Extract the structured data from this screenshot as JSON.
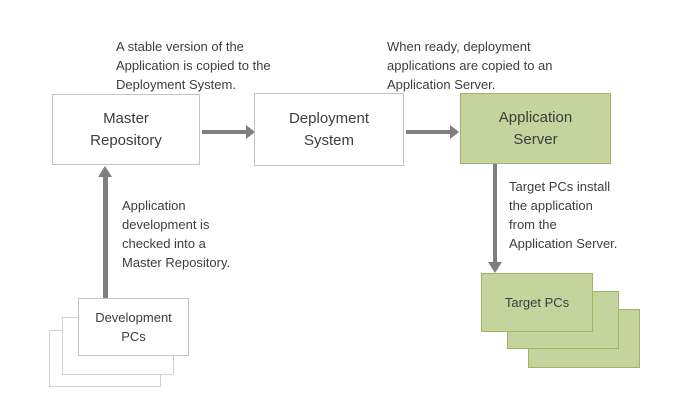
{
  "diagram": {
    "colors": {
      "background": "#ffffff",
      "green_fill": "#c5d39d",
      "green_border": "#a0b464",
      "white_box_border": "#c3c3c3",
      "stack_back_border": "#d2d2d2",
      "arrow_gray": "#7f7f7f",
      "text": "#3d3d3d"
    },
    "nodes": {
      "master_repository": {
        "label": "Master\nRepository"
      },
      "deployment_system": {
        "label": "Deployment\nSystem"
      },
      "application_server": {
        "label": "Application\nServer"
      },
      "development_pcs": {
        "label": "Development\nPCs"
      },
      "target_pcs": {
        "label": "Target PCs"
      }
    },
    "annotations": {
      "stable_version": "A stable version of the\nApplication is copied to the\nDeployment System.",
      "when_ready": "When ready, deployment\napplications are copied to an\nApplication Server.",
      "app_development": "Application\ndevelopment is\nchecked into a\nMaster Repository.",
      "target_install": "Target PCs install\nthe application\nfrom the\nApplication Server."
    }
  }
}
